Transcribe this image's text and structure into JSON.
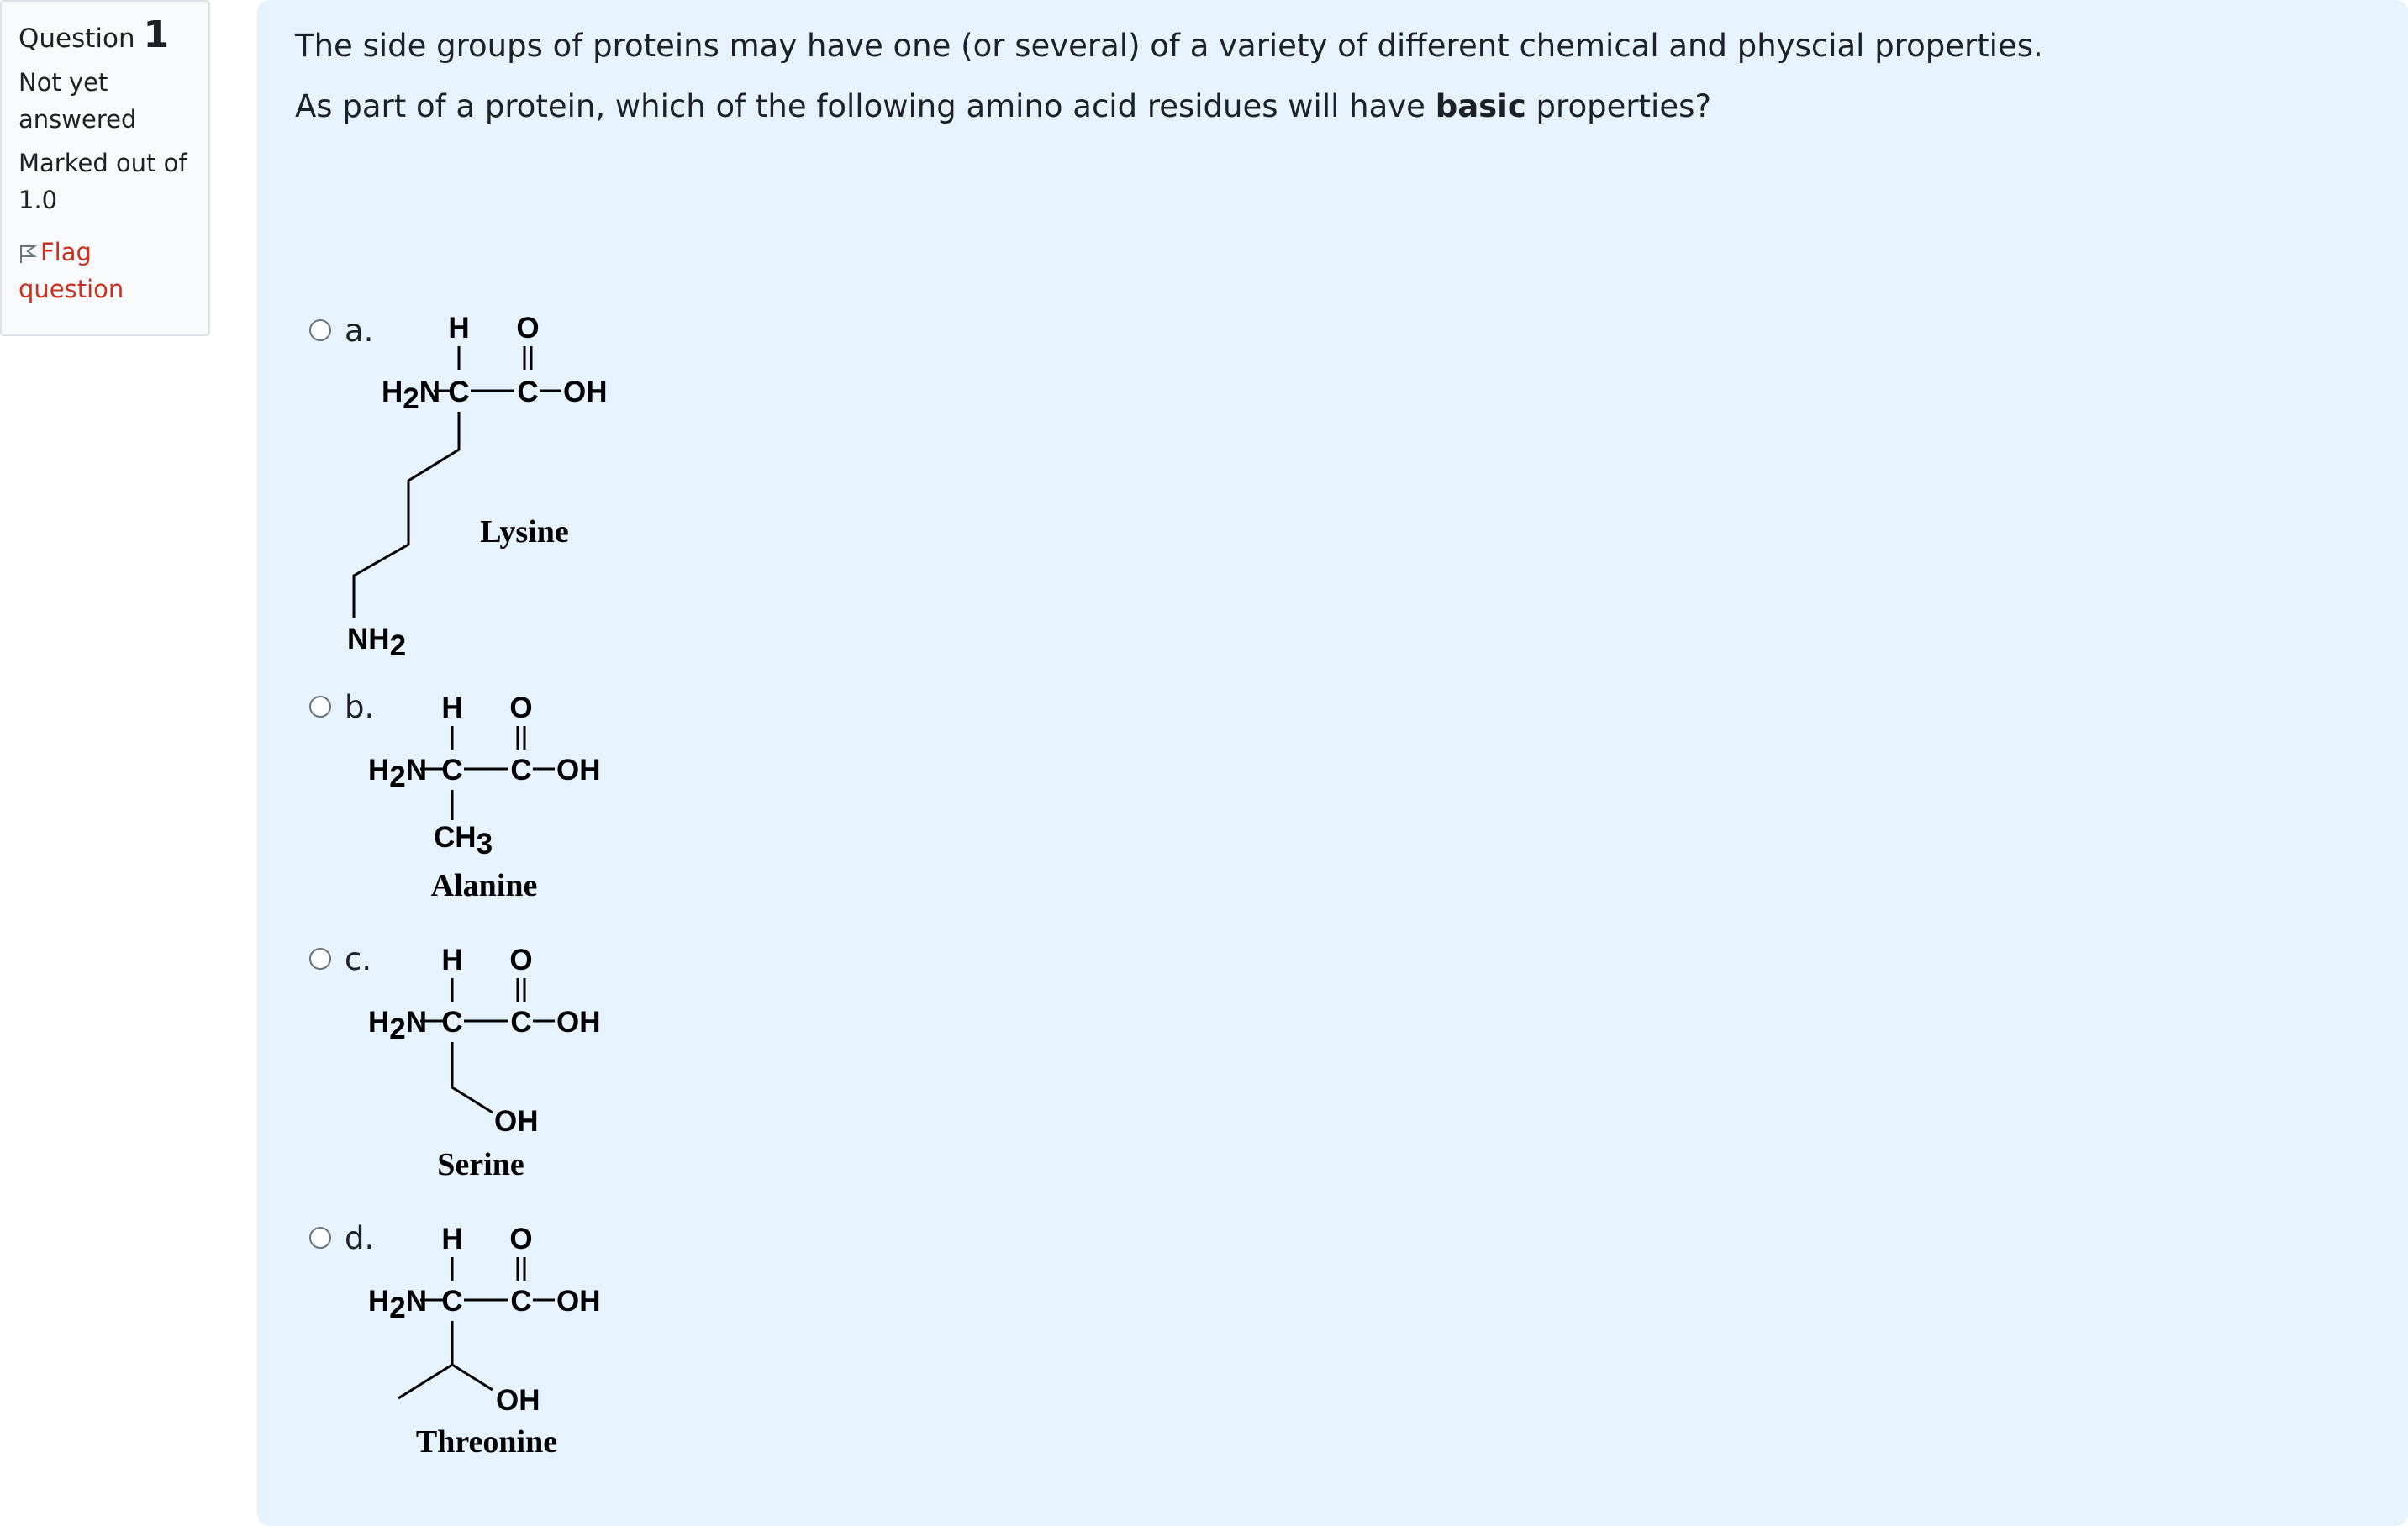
{
  "info": {
    "question_label": "Question",
    "question_number": "1",
    "status": "Not yet answered",
    "marked_out_of": "Marked out of 1.0",
    "flag": "Flag question"
  },
  "question": {
    "line1": "The side groups of proteins may have one (or several) of a variety of different chemical and physcial properties.",
    "line2_before": "As part of a protein, which of the following amino acid residues will have ",
    "line2_bold": "basic",
    "line2_after": " properties?"
  },
  "answers": [
    {
      "letter": "a.",
      "name": "Lysine"
    },
    {
      "letter": "b.",
      "name": "Alanine"
    },
    {
      "letter": "c.",
      "name": "Serine"
    },
    {
      "letter": "d.",
      "name": "Threonine"
    }
  ],
  "chem": {
    "H": "H",
    "O": "O",
    "C": "C",
    "OH": "OH",
    "N_prefix": "H",
    "N_sub": "2",
    "N_suffix": "N",
    "amine_main": "NH",
    "amine_sub": "2",
    "methyl_main": "CH",
    "methyl_sub": "3"
  },
  "icons": {
    "flag": "flag-outline-icon",
    "radio": "radio-button-icon"
  },
  "colors": {
    "content_bg": "#e7f3fc",
    "info_bg": "#f8f9fa",
    "flag_link": "#ca3120"
  }
}
